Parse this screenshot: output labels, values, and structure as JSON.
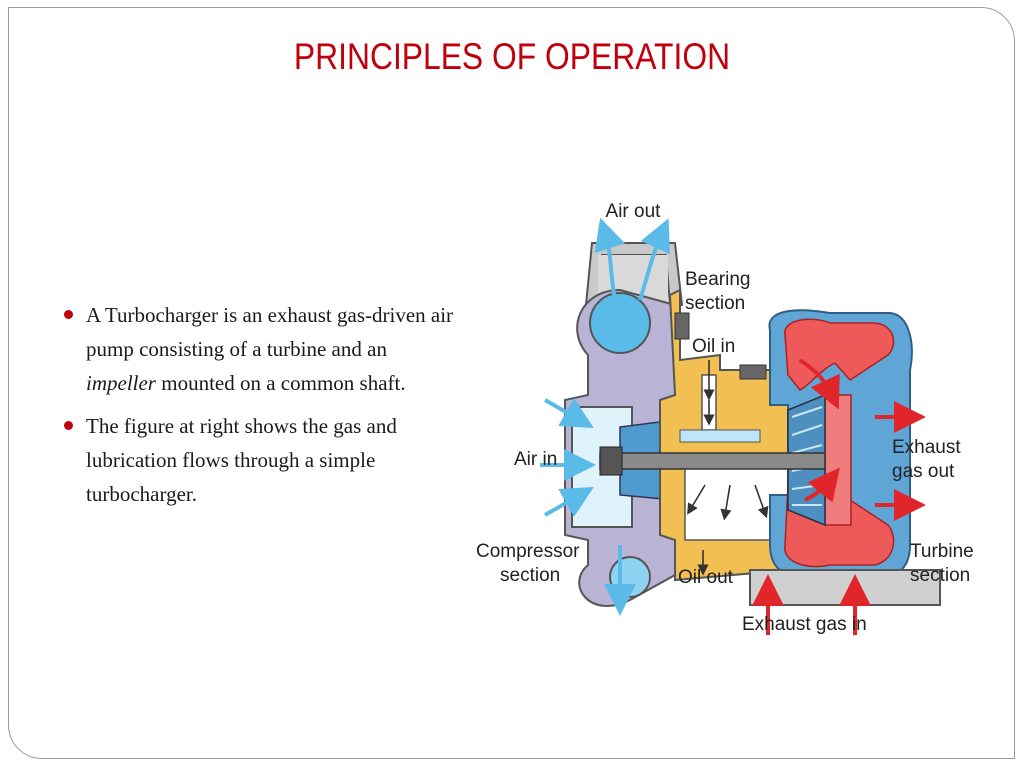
{
  "slide": {
    "title": "PRINCIPLES OF OPERATION",
    "bullets": [
      {
        "text_before": "A Turbocharger is an exhaust gas-driven air pump consisting of a turbine and an ",
        "italic": "impeller",
        "text_after": " mounted on a common shaft."
      },
      {
        "text": "The figure at right shows the gas and lubrication flows through a simple turbocharger."
      }
    ],
    "accent_color": "#c0000b"
  },
  "diagram": {
    "labels": {
      "air_out": "Air out",
      "bearing_section_1": "Bearing",
      "bearing_section_2": "section",
      "oil_in": "Oil in",
      "air_in": "Air in",
      "exhaust_out_1": "Exhaust",
      "exhaust_out_2": "gas out",
      "compressor_1": "Compressor",
      "compressor_2": "section",
      "oil_out": "Oil out",
      "turbine_1": "Turbine",
      "turbine_2": "section",
      "exhaust_in": "Exhaust gas in"
    },
    "colors": {
      "compressor_housing": "#b9b3d6",
      "bearing_housing": "#f2bf52",
      "turbine_housing": "#5fa6d6",
      "hot_gas": "#ee5a5a",
      "air_flow": "#5bbbe8",
      "shaft": "#8a8a8a"
    }
  }
}
